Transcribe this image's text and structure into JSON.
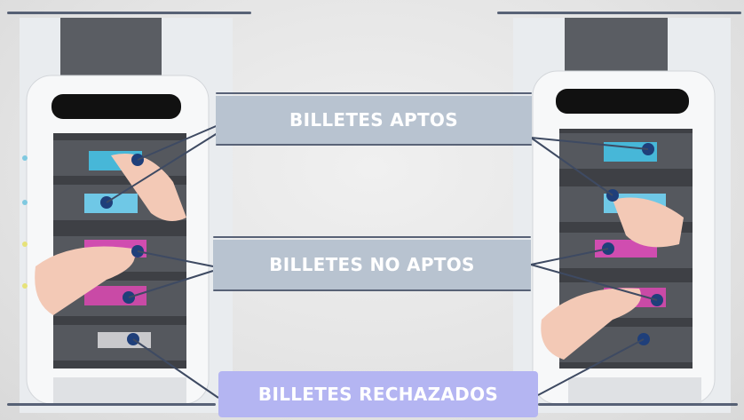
{
  "labels": {
    "aptos": "BILLETES APTOS",
    "no_aptos": "BILLETES NO APTOS",
    "rechazados": "BILLETES RECHAZADOS"
  },
  "colors": {
    "label_gray_blue": "#b8c3d0",
    "label_lavender": "#b4b5f2",
    "connector_line": "#3e4a62",
    "marker_dot": "#1f3f7a",
    "machine_body": "#f4f5f6",
    "machine_dark": "#4a4c50"
  },
  "icons": {
    "marker": "dot",
    "machine": "banknote-sorter-machine"
  }
}
